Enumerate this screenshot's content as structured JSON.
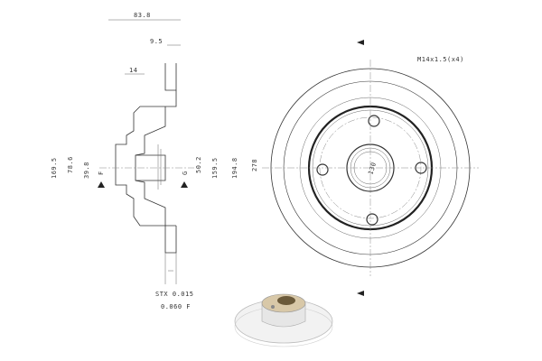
{
  "section_view": {
    "dims_top": {
      "overall_width": "83.8",
      "offset": "9.5",
      "flange": "14"
    },
    "dims_left": {
      "d1": "169.5",
      "d2": "78.6",
      "d3": "39.8"
    },
    "dims_right": {
      "d4": "50.2",
      "d5": "159.5",
      "d6": "194.8",
      "d7": "278"
    },
    "markers": {
      "left": "F",
      "right": "G"
    },
    "tolerances": {
      "runout": "STX 0.015",
      "flatness": "0.060 F"
    }
  },
  "face_view": {
    "bolt_spec": "M14x1.5(x4)",
    "pcd": "130"
  }
}
